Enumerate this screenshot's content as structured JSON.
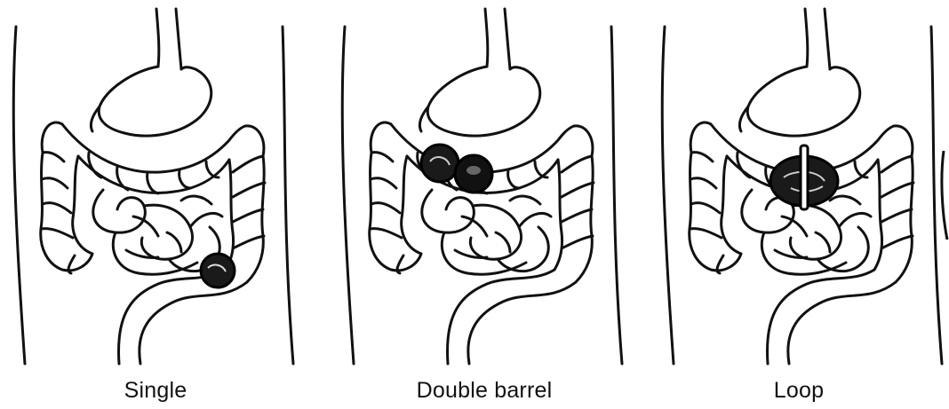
{
  "panels": [
    {
      "label": "Single"
    },
    {
      "label": "Double barrel"
    },
    {
      "label": "Loop"
    }
  ]
}
